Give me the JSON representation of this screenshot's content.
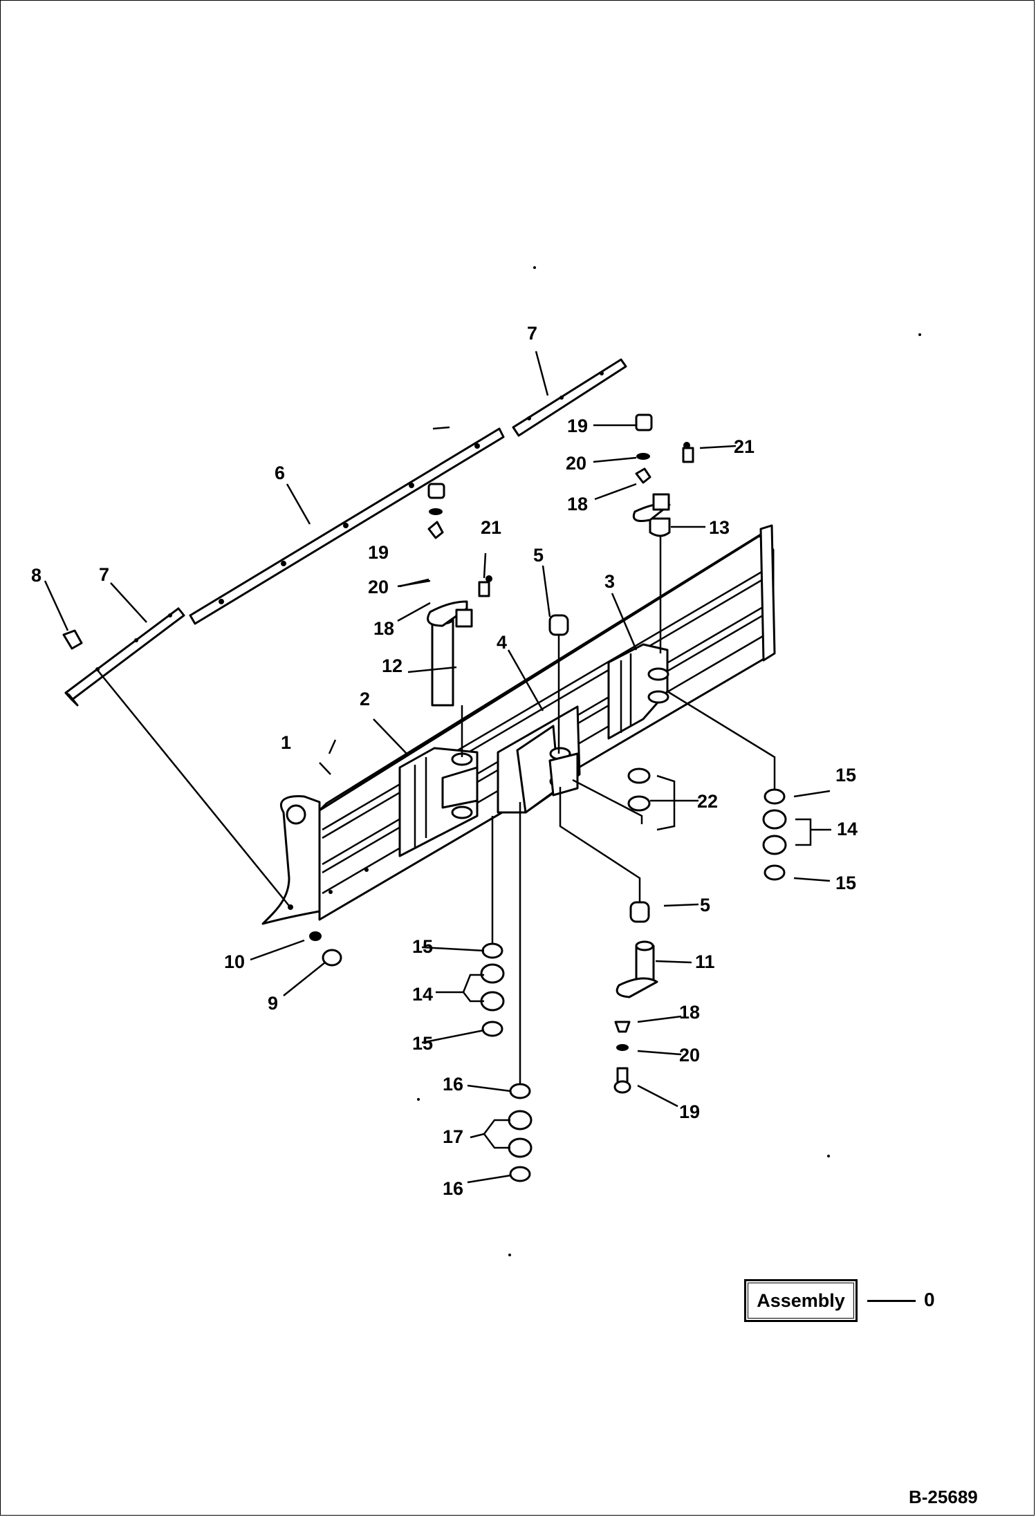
{
  "diagram": {
    "callouts": [
      "1",
      "2",
      "3",
      "4",
      "5",
      "5",
      "6",
      "7",
      "7",
      "8",
      "9",
      "10",
      "11",
      "12",
      "13",
      "14",
      "14",
      "15",
      "15",
      "15",
      "15",
      "16",
      "16",
      "17",
      "18",
      "18",
      "18",
      "19",
      "19",
      "19",
      "20",
      "20",
      "20",
      "21",
      "21",
      "22"
    ]
  },
  "legend": {
    "assembly_label": "Assembly",
    "assembly_number": "0"
  },
  "drawing_number": "B-25689"
}
